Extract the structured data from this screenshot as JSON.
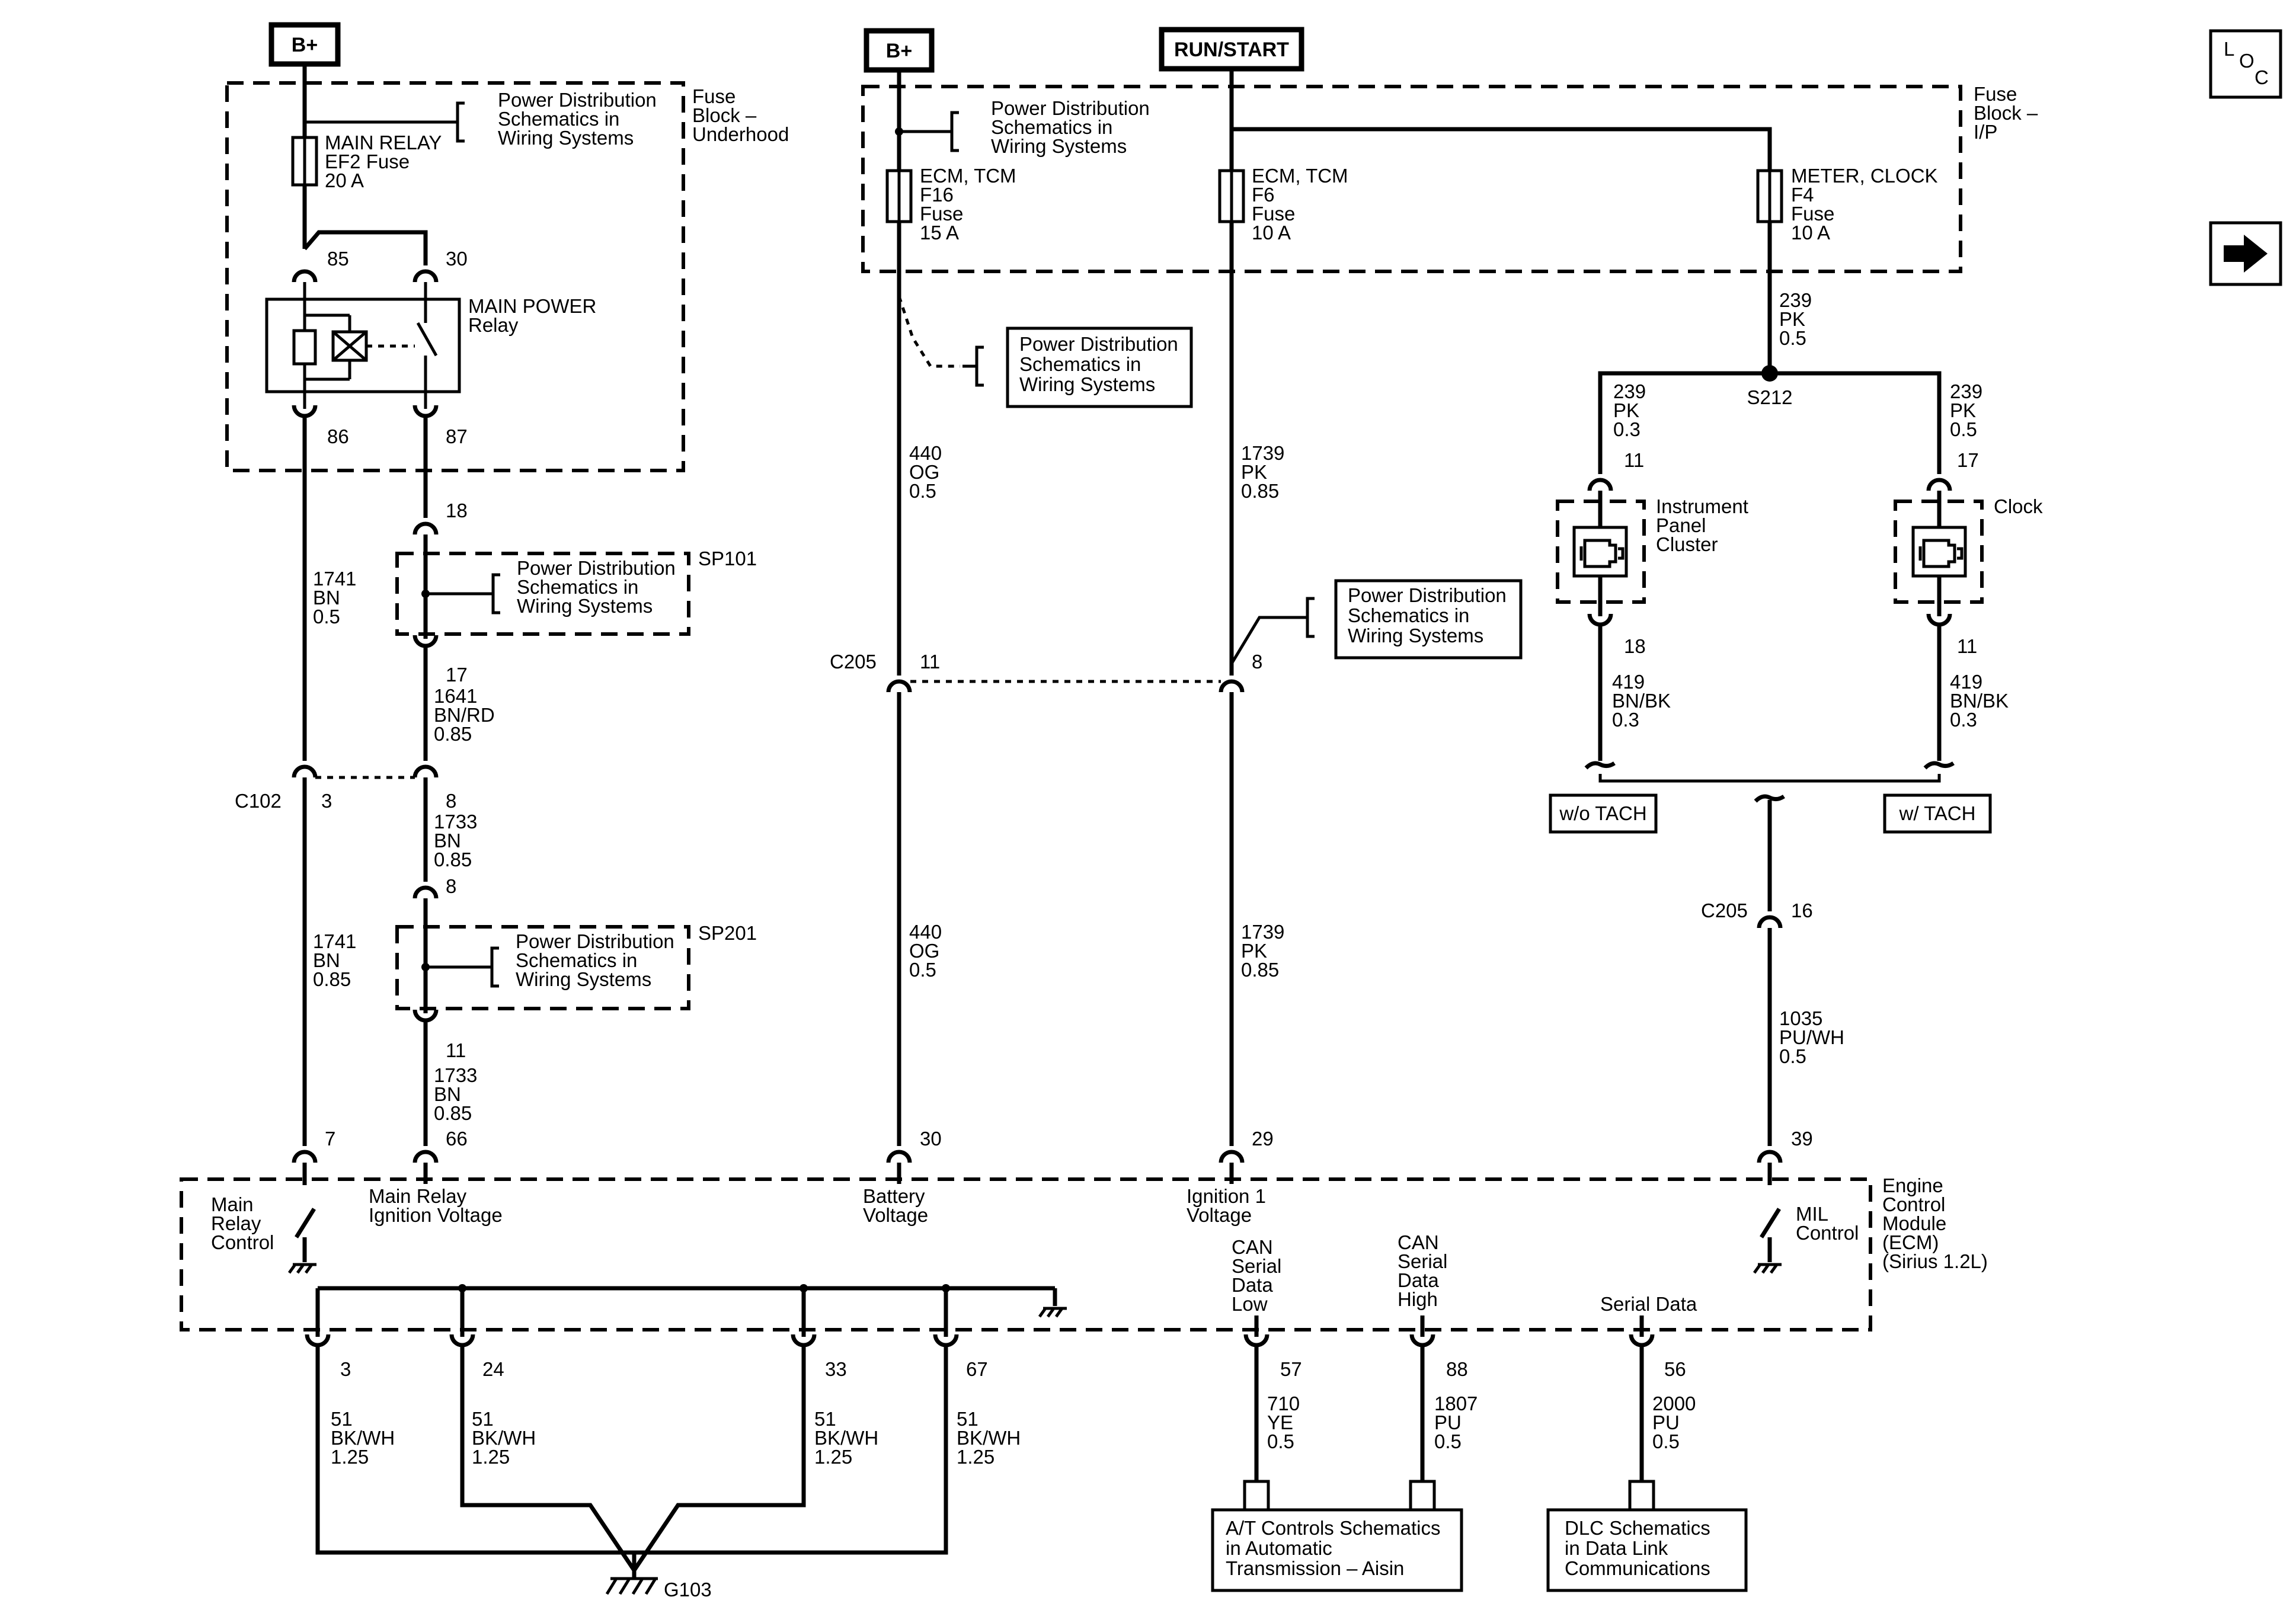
{
  "sources": {
    "b_plus_left": "B+",
    "b_plus_right": "B+",
    "run_start": "RUN/START"
  },
  "nav": {
    "loc_l": "L",
    "loc_o": "O",
    "loc_c": "C"
  },
  "fuse_blocks": {
    "underhood": [
      "Fuse",
      "Block –",
      "Underhood"
    ],
    "ip": [
      "Fuse",
      "Block –",
      "I/P"
    ]
  },
  "power_ref": [
    "Power Distribution",
    "Schematics in",
    "Wiring Systems"
  ],
  "fuses": {
    "ef2": [
      "MAIN RELAY",
      "EF2 Fuse",
      "20 A"
    ],
    "f16": [
      "ECM, TCM",
      "F16",
      "Fuse",
      "15 A"
    ],
    "f6": [
      "ECM, TCM",
      "F6",
      "Fuse",
      "10 A"
    ],
    "f4": [
      "METER, CLOCK",
      "F4",
      "Fuse",
      "10 A"
    ]
  },
  "relay": {
    "name": [
      "MAIN POWER",
      "Relay"
    ],
    "pins": {
      "p85": "85",
      "p30": "30",
      "p86": "86",
      "p87": "87"
    }
  },
  "splices": {
    "sp101": "SP101",
    "sp201": "SP201",
    "s212": "S212"
  },
  "connectors": {
    "c102": "C102",
    "c102_a": "3",
    "c102_b": "8",
    "c205_top": "C205",
    "c205_a": "11",
    "c205_b": "8",
    "c205_bottom": "C205",
    "c205_c": "16"
  },
  "pins": {
    "sp101_top": "18",
    "sp101_bot": "17",
    "sp201_top": "8",
    "sp201_bot": "11",
    "ecm_7": "7",
    "ecm_66": "66",
    "ecm_30": "30",
    "ecm_29": "29",
    "ecm_39": "39",
    "ipc_top": "11",
    "ipc_bot": "18",
    "clock_top": "17",
    "clock_bot": "11",
    "gnd_3": "3",
    "gnd_24": "24",
    "gnd_33": "33",
    "gnd_67": "67",
    "ecm_57": "57",
    "ecm_88": "88",
    "ecm_56": "56"
  },
  "wires": {
    "w1741_a": [
      "1741",
      "BN",
      "0.5"
    ],
    "w1641": [
      "1641",
      "BN/RD",
      "0.85"
    ],
    "w1733_a": [
      "1733",
      "BN",
      "0.85"
    ],
    "w1741_b": [
      "1741",
      "BN",
      "0.85"
    ],
    "w1733_b": [
      "1733",
      "BN",
      "0.85"
    ],
    "w440_a": [
      "440",
      "OG",
      "0.5"
    ],
    "w440_b": [
      "440",
      "OG",
      "0.5"
    ],
    "w1739_a": [
      "1739",
      "PK",
      "0.85"
    ],
    "w1739_b": [
      "1739",
      "PK",
      "0.85"
    ],
    "w239_main": [
      "239",
      "PK",
      "0.5"
    ],
    "w239_l": [
      "239",
      "PK",
      "0.3"
    ],
    "w239_r": [
      "239",
      "PK",
      "0.5"
    ],
    "w419_l": [
      "419",
      "BN/BK",
      "0.3"
    ],
    "w419_r": [
      "419",
      "BN/BK",
      "0.3"
    ],
    "w1035": [
      "1035",
      "PU/WH",
      "0.5"
    ],
    "w51_1": [
      "51",
      "BK/WH",
      "1.25"
    ],
    "w51_2": [
      "51",
      "BK/WH",
      "1.25"
    ],
    "w51_3": [
      "51",
      "BK/WH",
      "1.25"
    ],
    "w51_4": [
      "51",
      "BK/WH",
      "1.25"
    ],
    "w710": [
      "710",
      "YE",
      "0.5"
    ],
    "w1807": [
      "1807",
      "PU",
      "0.5"
    ],
    "w2000": [
      "2000",
      "PU",
      "0.5"
    ]
  },
  "components": {
    "ipc": [
      "Instrument",
      "Panel",
      "Cluster"
    ],
    "clock": "Clock",
    "wo_tach": "w/o TACH",
    "w_tach": "w/ TACH"
  },
  "ecm": {
    "name": [
      "Engine",
      "Control",
      "Module",
      "(ECM)",
      "(Sirius 1.2L)"
    ],
    "main_relay_control": [
      "Main",
      "Relay",
      "Control"
    ],
    "main_relay_ign": [
      "Main Relay",
      "Ignition Voltage"
    ],
    "battery_voltage": [
      "Battery",
      "Voltage"
    ],
    "ignition_voltage": [
      "Ignition 1",
      "Voltage"
    ],
    "mil_control": [
      "MIL",
      "Control"
    ],
    "can_low": [
      "CAN",
      "Serial",
      "Data",
      "Low"
    ],
    "can_high": [
      "CAN",
      "Serial",
      "Data",
      "High"
    ],
    "serial_data": "Serial Data"
  },
  "ground": "G103",
  "refs": {
    "at_controls": [
      "A/T Controls Schematics",
      "in Automatic",
      "Transmission – Aisin"
    ],
    "dlc": [
      "DLC Schematics",
      "in Data Link",
      "Communications"
    ]
  }
}
